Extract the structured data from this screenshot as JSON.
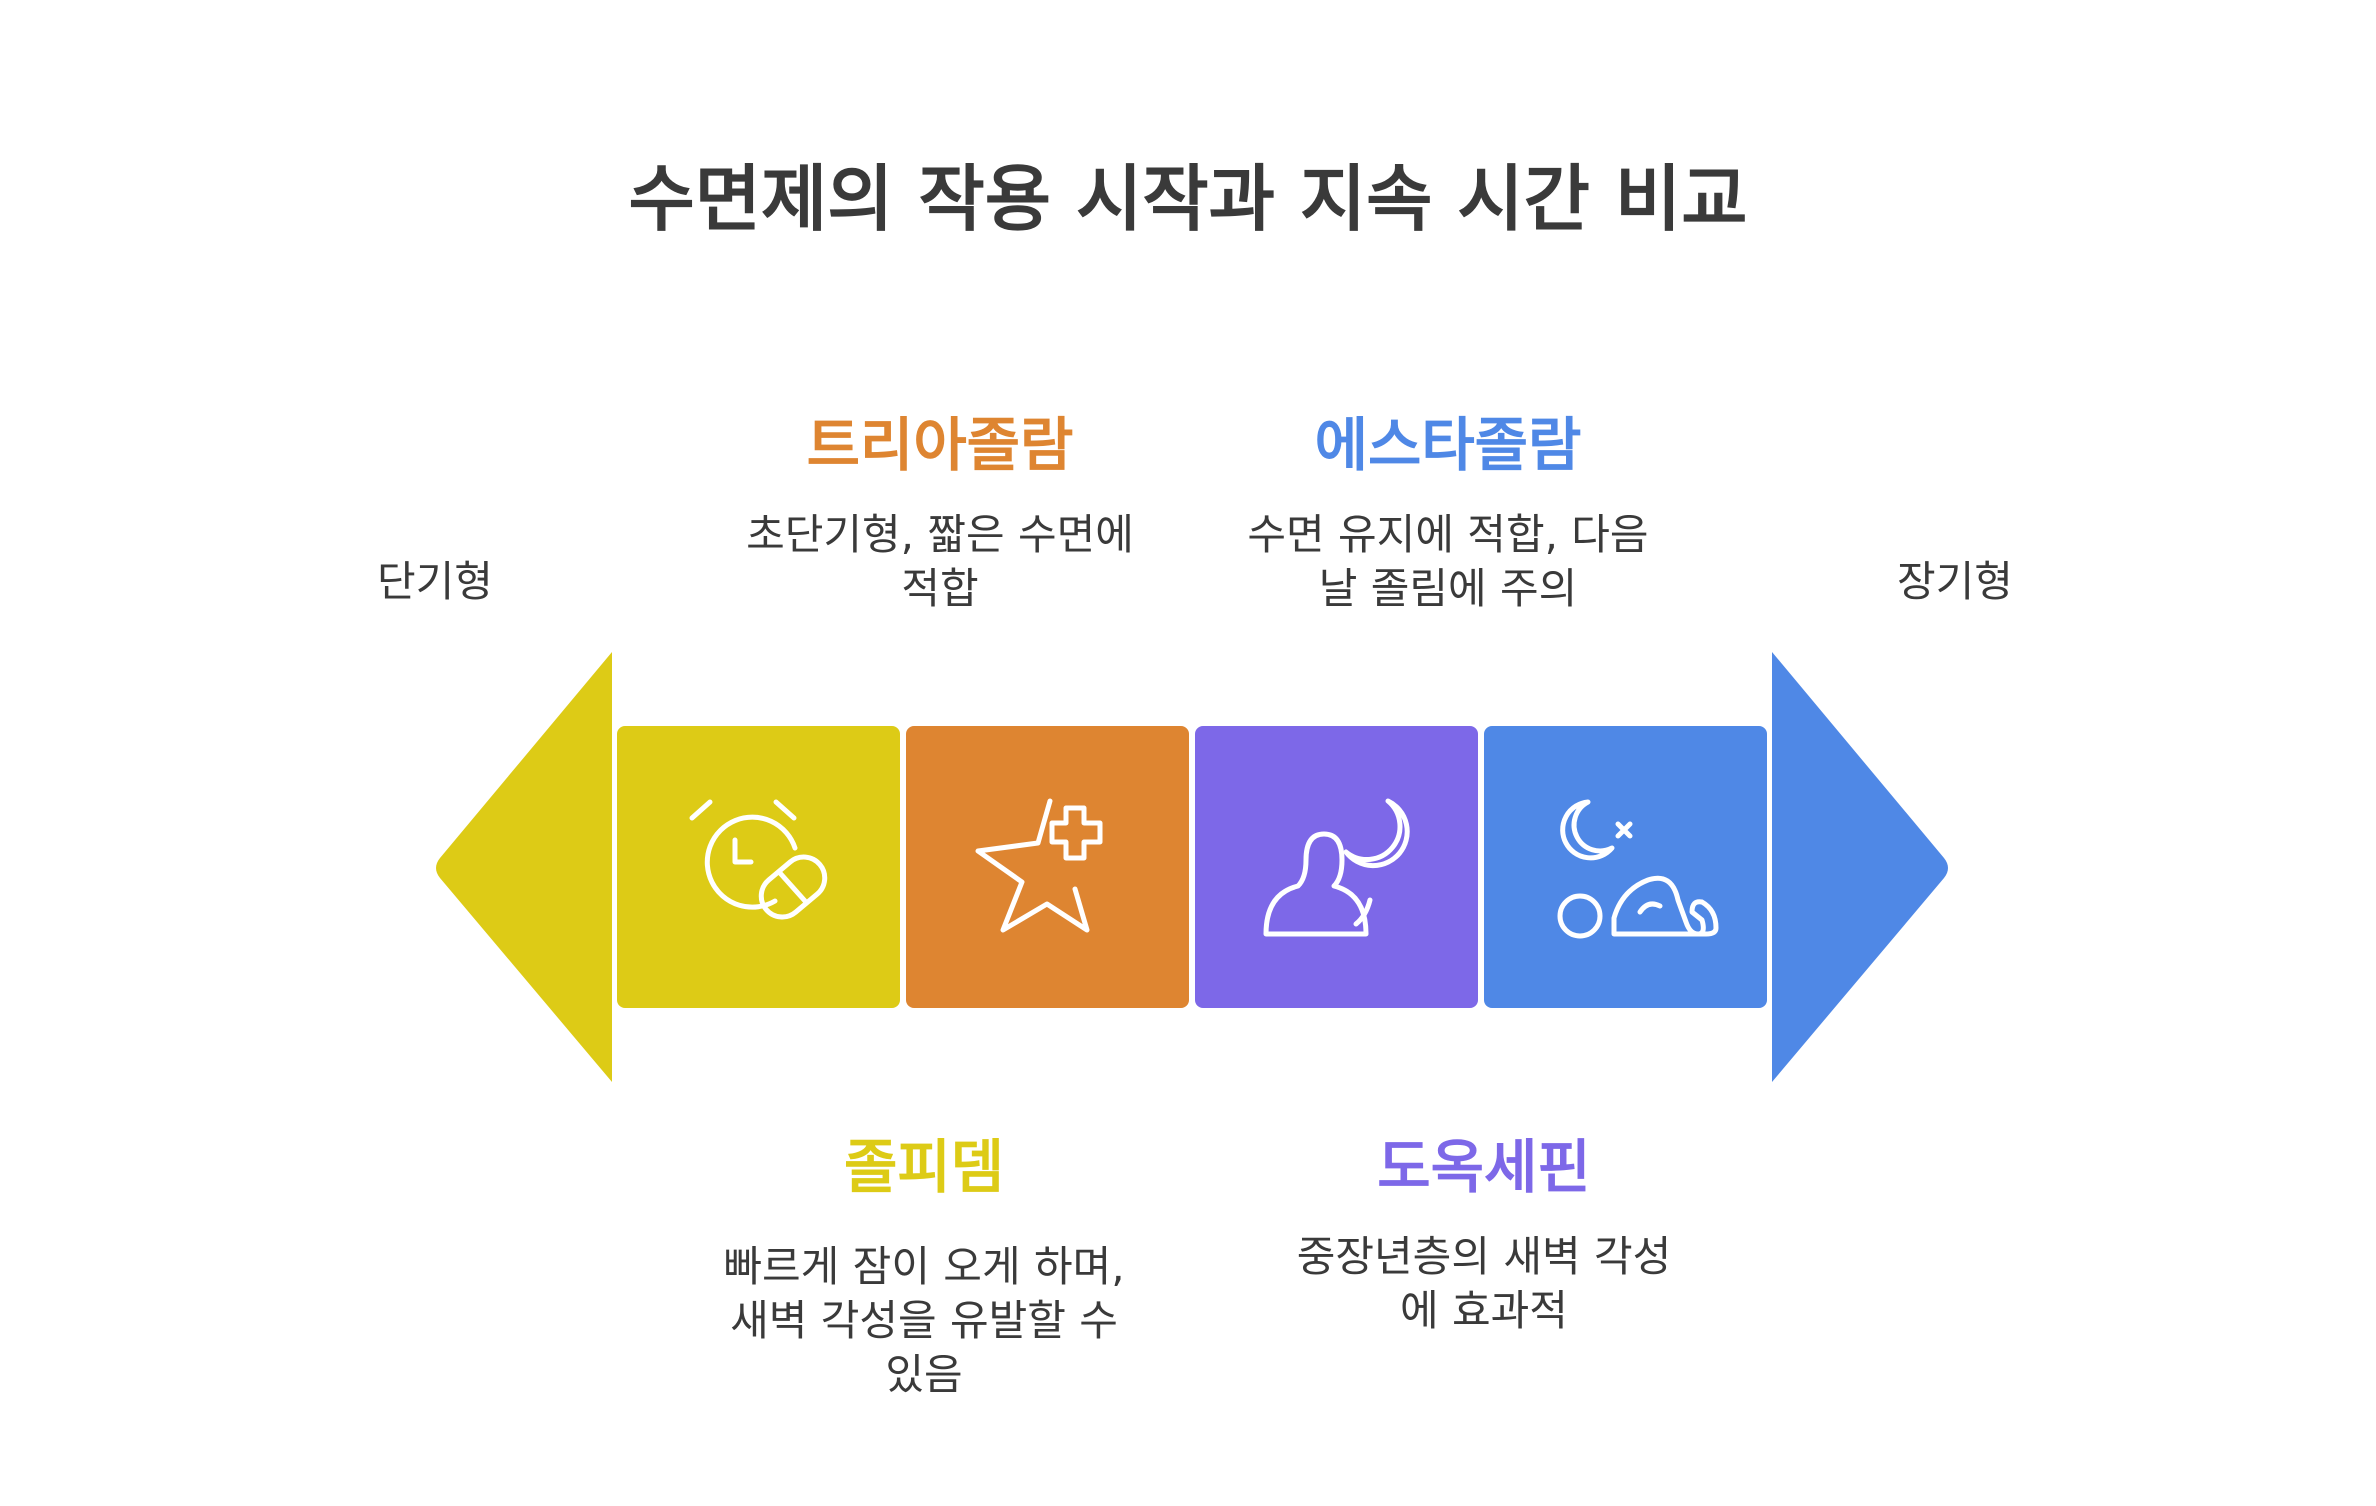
{
  "title": "수면제의 작용 시작과 지속 시간 비교",
  "axis": {
    "left_label": "단기형",
    "right_label": "장기형"
  },
  "drugs": [
    {
      "name": "졸피뎀",
      "description_lines": [
        "빠르게 잠이 오게 하며,",
        "새벽 각성을 유발할 수",
        "있음"
      ],
      "color": "#DDCB16",
      "icon": "alarm-clock-pill-icon"
    },
    {
      "name": "트리아졸람",
      "description_lines": [
        "초단기형, 짧은 수면에",
        "적합"
      ],
      "color": "#DE8531",
      "icon": "star-plus-icon"
    },
    {
      "name": "에스타졸람",
      "description_lines": [
        "수면 유지에 적합, 다음",
        "날 졸림에 주의"
      ],
      "color": "#4F88E6",
      "icon": "person-moon-icon"
    },
    {
      "name": "도옥세핀",
      "description_lines": [
        "중장년층의 새벽 각성",
        "에 효과적"
      ],
      "color": "#7D68E8",
      "icon": "moon-sleeping-person-icon"
    }
  ],
  "blocks": [
    {
      "color": "#DDCB16",
      "icon": "alarm-clock-pill-icon"
    },
    {
      "color": "#DE8531",
      "icon": "star-plus-icon"
    },
    {
      "color": "#7D68E8",
      "icon": "person-moon-icon"
    },
    {
      "color": "#4F88E6",
      "icon": "moon-sleeping-person-icon"
    }
  ]
}
